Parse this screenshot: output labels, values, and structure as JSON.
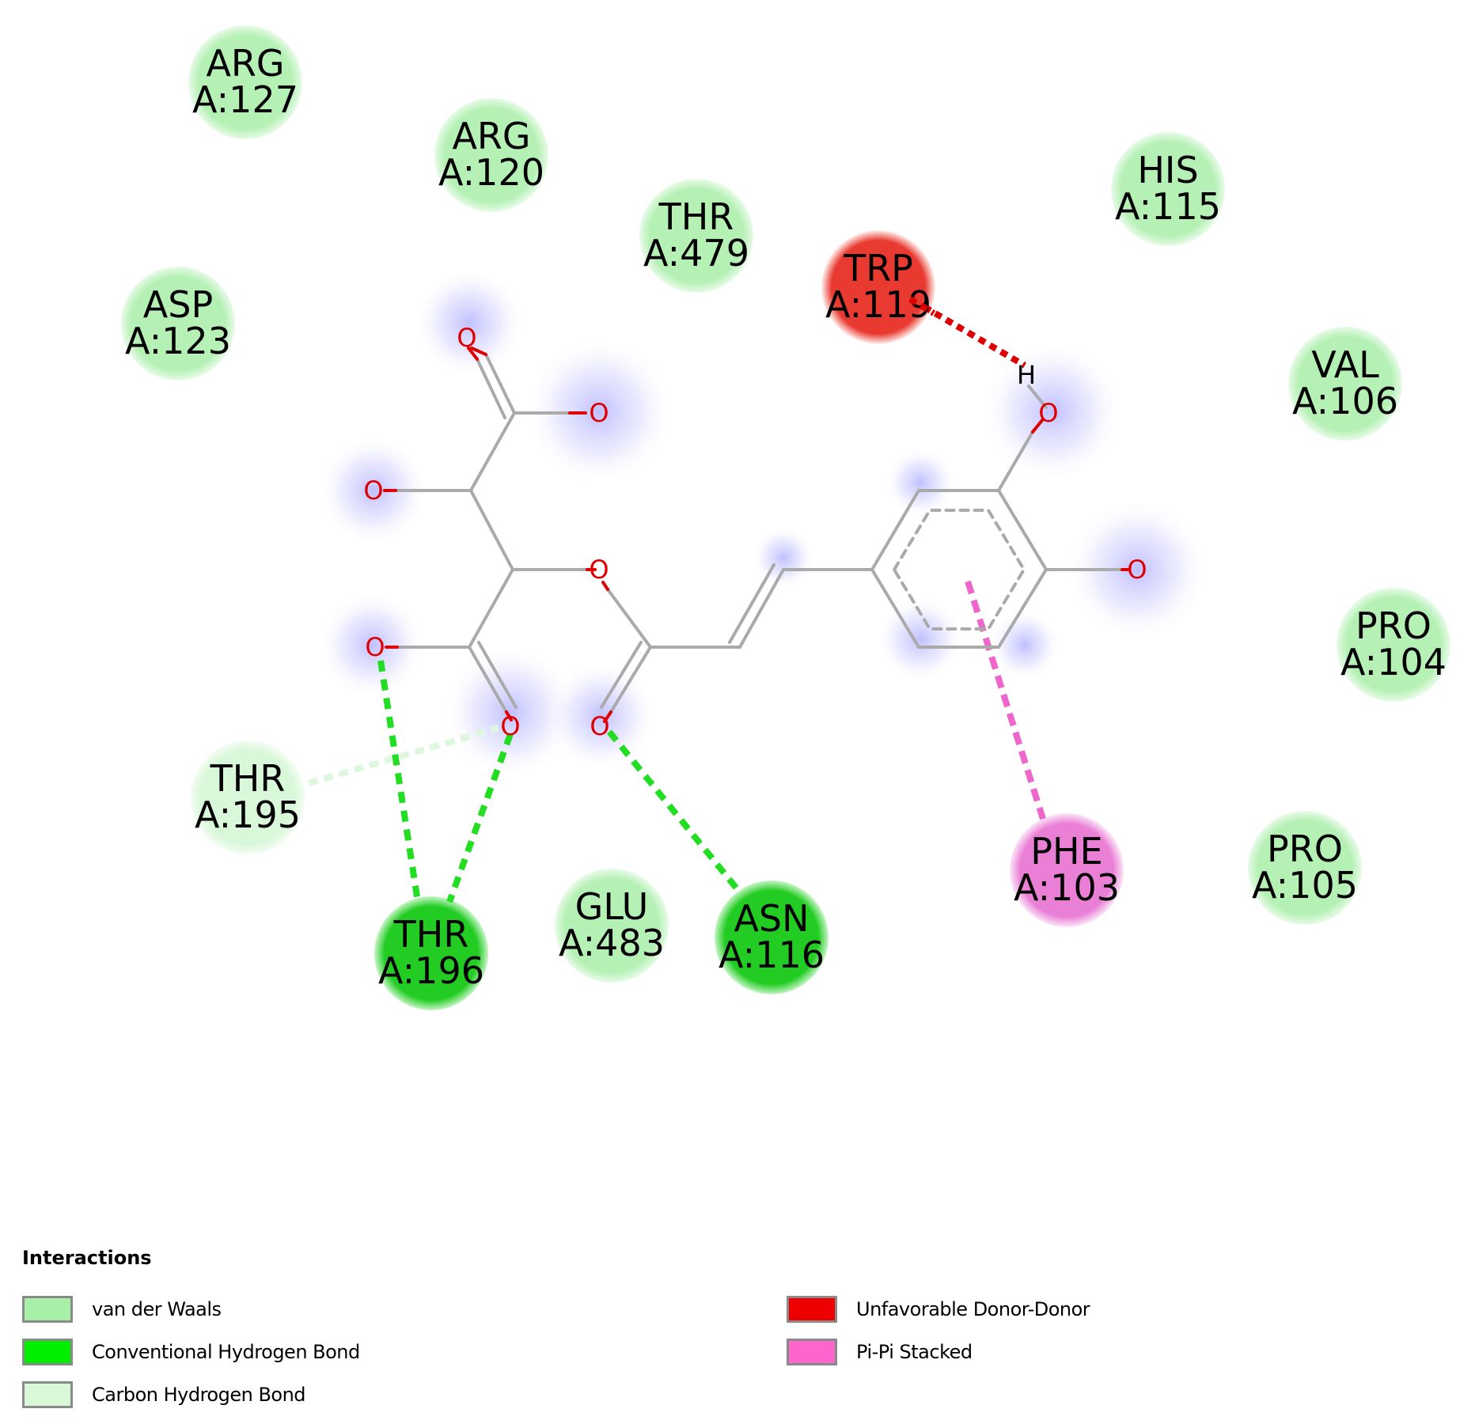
{
  "residues": [
    {
      "id": "arg127",
      "name": "ARG",
      "num": "A:127",
      "fill": "#b5f0b5",
      "edge": "#e8fbe8"
    },
    {
      "id": "arg120",
      "name": "ARG",
      "num": "A:120",
      "fill": "#b5f0b5",
      "edge": "#e8fbe8"
    },
    {
      "id": "asp123",
      "name": "ASP",
      "num": "A:123",
      "fill": "#b5f0b5",
      "edge": "#e8fbe8"
    },
    {
      "id": "thr479",
      "name": "THR",
      "num": "A:479",
      "fill": "#b5f0b5",
      "edge": "#e8fbe8"
    },
    {
      "id": "trp119",
      "name": "TRP",
      "num": "A:119",
      "fill": "#e83a30",
      "edge": "#fff0ee"
    },
    {
      "id": "his115",
      "name": "HIS",
      "num": "A:115",
      "fill": "#b5f0b5",
      "edge": "#e8fbe8"
    },
    {
      "id": "val106",
      "name": "VAL",
      "num": "A:106",
      "fill": "#b5f0b5",
      "edge": "#e8fbe8"
    },
    {
      "id": "pro104",
      "name": "PRO",
      "num": "A:104",
      "fill": "#b5f0b5",
      "edge": "#e8fbe8"
    },
    {
      "id": "thr195",
      "name": "THR",
      "num": "A:195",
      "fill": "#d9f7d9",
      "edge": "#f3fdf3"
    },
    {
      "id": "thr196",
      "name": "THR",
      "num": "A:196",
      "fill": "#22cc22",
      "edge": "#c6f5c6"
    },
    {
      "id": "glu483",
      "name": "GLU",
      "num": "A:483",
      "fill": "#b5f0b5",
      "edge": "#e8fbe8"
    },
    {
      "id": "asn116",
      "name": "ASN",
      "num": "A:116",
      "fill": "#22cc22",
      "edge": "#c6f5c6"
    },
    {
      "id": "phe103",
      "name": "PHE",
      "num": "A:103",
      "fill": "#ea80d6",
      "edge": "#fbe6f7"
    },
    {
      "id": "pro105",
      "name": "PRO",
      "num": "A:105",
      "fill": "#b5f0b5",
      "edge": "#e8fbe8"
    }
  ],
  "atom_labels": {
    "oxygen": "O",
    "hydrogen": "H"
  },
  "legend": {
    "title": "Interactions",
    "items": [
      {
        "label": "van der Waals",
        "color": "#a8f0a8"
      },
      {
        "label": "Conventional Hydrogen Bond",
        "color": "#00ee00"
      },
      {
        "label": "Carbon Hydrogen Bond",
        "color": "#d8f8d8"
      },
      {
        "label": "Unfavorable Donor-Donor",
        "color": "#ee0000"
      },
      {
        "label": "Pi-Pi Stacked",
        "color": "#ff66cc"
      }
    ]
  },
  "colors": {
    "bond": "#aaaaaa",
    "oxygen": "#dd0000",
    "hbond": "#22dd22",
    "carbon_hbond": "#dff7df",
    "donor_donor": "#dd0000",
    "pi_pi": "#ee66cc"
  }
}
